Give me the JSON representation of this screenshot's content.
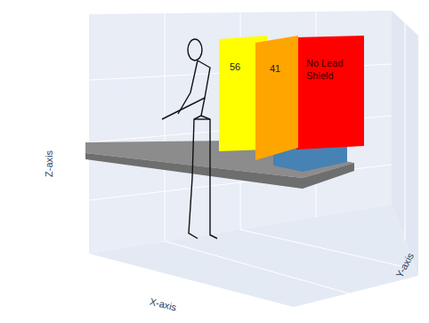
{
  "diagram": {
    "nodes": [
      {
        "text": [
          "56"
        ]
      },
      {
        "text": [
          "41"
        ]
      },
      {
        "text": [
          "No Lead Shield"
        ]
      }
    ],
    "labels": [
      "Z-axis",
      "X-axis",
      "Y-axis"
    ]
  }
}
